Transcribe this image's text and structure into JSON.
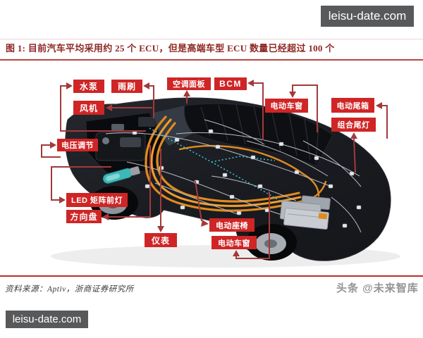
{
  "watermark_top": "leisu-date.com",
  "watermark_bottom": "leisu-date.com",
  "figure": {
    "title": "图 1: 目前汽车平均采用约 25 个 ECU，但是高端车型 ECU 数量已经超过 100 个",
    "source": "资料来源：Aptiv，浙商证券研究所",
    "credit": "头条 @未来智库",
    "labels": [
      {
        "id": "water-pump",
        "text": "水泵"
      },
      {
        "id": "wiper",
        "text": "雨刷"
      },
      {
        "id": "ac-panel",
        "text": "空调面板"
      },
      {
        "id": "bcm",
        "text": "BCM"
      },
      {
        "id": "power-window-rear",
        "text": "电动车窗"
      },
      {
        "id": "power-trunk",
        "text": "电动尾箱"
      },
      {
        "id": "combo-taillight",
        "text": "组合尾灯"
      },
      {
        "id": "fan",
        "text": "风机"
      },
      {
        "id": "voltage-regulator",
        "text": "电压调节"
      },
      {
        "id": "led-matrix-headlight",
        "text": "LED 矩阵前灯"
      },
      {
        "id": "steering-wheel",
        "text": "方向盘"
      },
      {
        "id": "instrument-cluster",
        "text": "仪表"
      },
      {
        "id": "power-seat",
        "text": "电动座椅"
      },
      {
        "id": "power-window-front",
        "text": "电动车窗"
      }
    ],
    "colors": {
      "label_bg": "#cf2526",
      "connector": "#a23a3c",
      "title": "#8e2723",
      "rule": "#bb4540",
      "harness_orange": "#e08b1f",
      "watermark_bg": "#58595b"
    }
  }
}
